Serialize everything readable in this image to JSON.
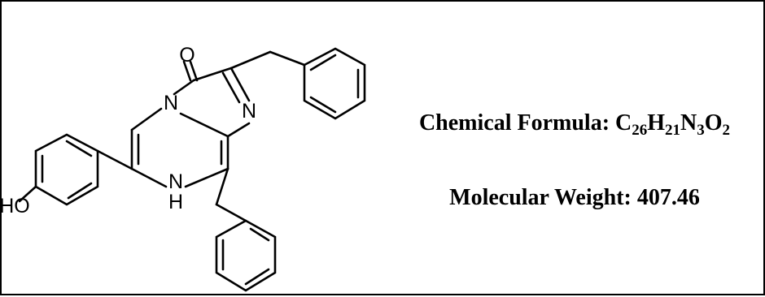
{
  "atoms": {
    "oxygen_carbonyl": "O",
    "nitrogen_bridge": "N",
    "nitrogen_ring": "N",
    "nitrogen_h_n": "N",
    "nitrogen_h_h": "H",
    "hydroxyl": "HO"
  },
  "formula": {
    "label": "Chemical Formula:",
    "parts": [
      {
        "el": "C",
        "n": "26"
      },
      {
        "el": "H",
        "n": "21"
      },
      {
        "el": "N",
        "n": "3"
      },
      {
        "el": "O",
        "n": "2"
      }
    ]
  },
  "molecular_weight": {
    "label": "Molecular Weight:",
    "value": "407.46"
  }
}
